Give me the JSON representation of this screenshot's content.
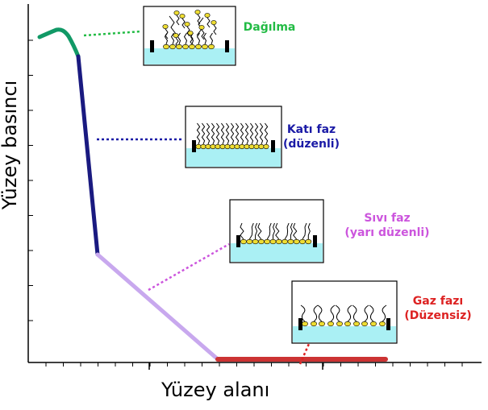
{
  "axes": {
    "xlabel": "Yüzey alanı",
    "ylabel": "Yüzey basıncı"
  },
  "phases": [
    {
      "id": "dagilma",
      "lines": [
        "Dağılma"
      ],
      "color": "#22bb44"
    },
    {
      "id": "kati",
      "lines": [
        "Katı faz",
        "(düzenli)"
      ],
      "color": "#1a1aa6"
    },
    {
      "id": "sivi",
      "lines": [
        "Sıvı faz",
        "(yarı düzenli)"
      ],
      "color": "#cc55dd"
    },
    {
      "id": "gaz",
      "lines": [
        "Gaz fazı",
        "(Düzensiz)"
      ],
      "color": "#dd2222"
    }
  ],
  "colors": {
    "water": "#aaf0f4",
    "molecule_head": "#eedd33",
    "curve_collapse": "#119966",
    "curve_solid": "#1a1a80",
    "curve_liquid": "#c8a8ee",
    "curve_gas": "#cc3333"
  }
}
